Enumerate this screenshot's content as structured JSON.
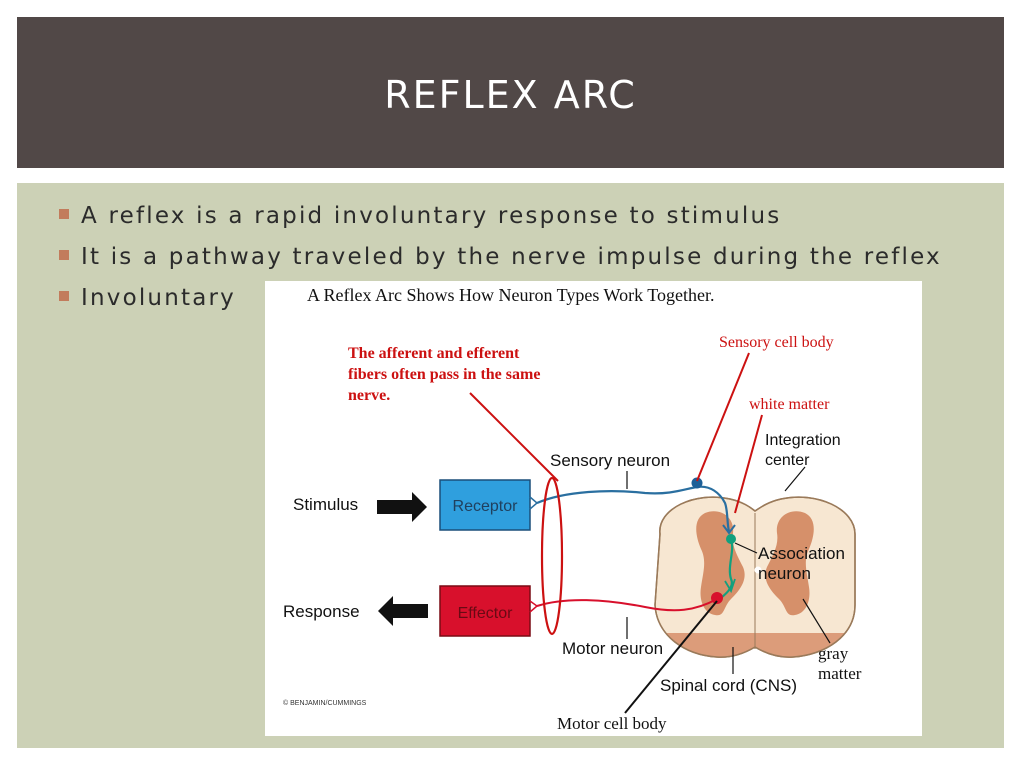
{
  "slide": {
    "title": "REFLEX ARC",
    "bullets": [
      "A reflex is a rapid involuntary response to stimulus",
      "It is a pathway traveled by the nerve impulse during the reflex",
      "Involuntary"
    ]
  },
  "figure": {
    "caption": "A Reflex Arc Shows How Neuron Types Work Together.",
    "note_lines": [
      "The afferent and efferent",
      "fibers often pass in the same",
      "nerve."
    ],
    "labels": {
      "sensory_cell_body": "Sensory cell body",
      "white_matter": "white matter",
      "integration_center_1": "Integration",
      "integration_center_2": "center",
      "sensory_neuron": "Sensory neuron",
      "stimulus": "Stimulus",
      "receptor": "Receptor",
      "association_1": "Association",
      "association_2": "neuron",
      "response": "Response",
      "effector": "Effector",
      "motor_neuron": "Motor neuron",
      "gray_matter_1": "gray",
      "gray_matter_2": "matter",
      "spinal_cord": "Spinal cord (CNS)",
      "motor_cell_body": "Motor cell body",
      "credit": "© BENJAMIN/CUMMINGS"
    },
    "colors": {
      "annotation_red": "#cc1111",
      "receptor_blue": "#2f9fde",
      "effector_red": "#d8102c",
      "gray_matter": "#d6906a",
      "white_matter": "#f7e7d2",
      "sensory_blue": "#2a6fa0",
      "association_teal": "#12a07e"
    }
  }
}
